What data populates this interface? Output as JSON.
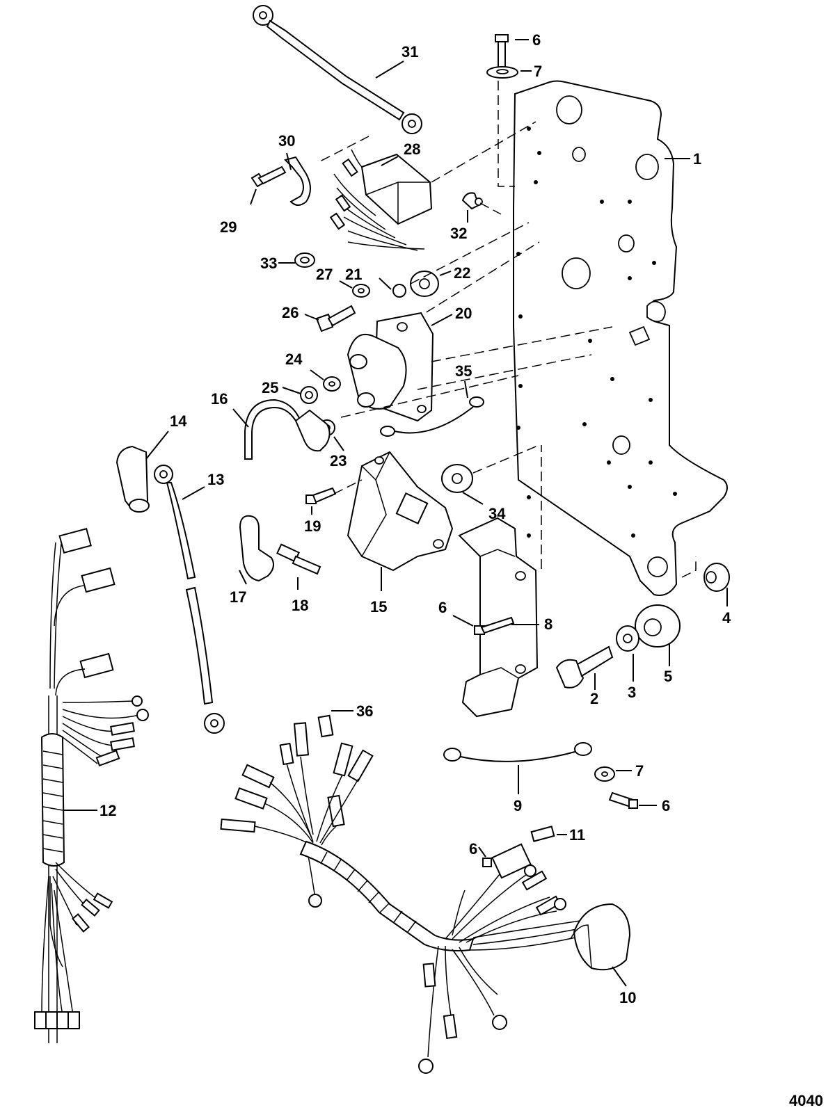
{
  "figure_id": "4040",
  "callouts": {
    "c1": "1",
    "c2": "2",
    "c3": "3",
    "c4": "4",
    "c5": "5",
    "c6a": "6",
    "c6b": "6",
    "c6c": "6",
    "c6d": "6",
    "c7a": "7",
    "c7b": "7",
    "c8": "8",
    "c9": "9",
    "c10": "10",
    "c11": "11",
    "c12": "12",
    "c13": "13",
    "c14": "14",
    "c15": "15",
    "c16": "16",
    "c17": "17",
    "c18": "18",
    "c19": "19",
    "c20": "20",
    "c21": "21",
    "c22": "22",
    "c23": "23",
    "c24": "24",
    "c25": "25",
    "c26": "26",
    "c27": "27",
    "c28": "28",
    "c29": "29",
    "c30": "30",
    "c31": "31",
    "c32": "32",
    "c33": "33",
    "c34": "34",
    "c35": "35",
    "c36": "36"
  }
}
